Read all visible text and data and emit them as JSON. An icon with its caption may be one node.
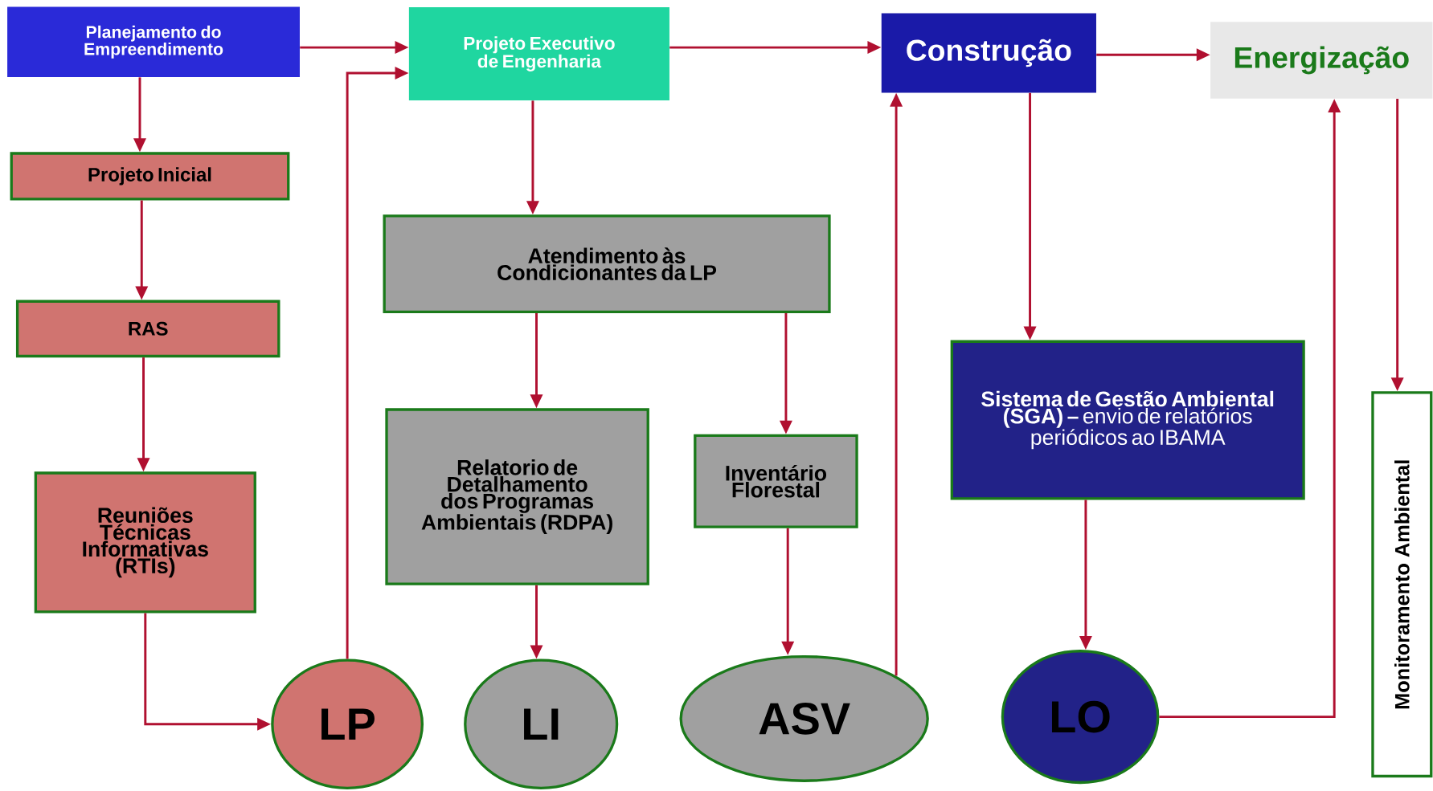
{
  "diagram": {
    "nodes": [
      {
        "text": [
          "Planejamento do Empreendimento"
        ]
      },
      {
        "text": [
          "Projeto Executivo de Engenharia"
        ]
      },
      {
        "text": [
          "Construção"
        ]
      },
      {
        "text": [
          "Energização"
        ]
      },
      {
        "text": [
          "Projeto Inicial"
        ]
      },
      {
        "text": [
          "RAS"
        ]
      },
      {
        "text": [
          "Reuniões Técnicas Informativas (RTIs)"
        ]
      },
      {
        "text": [
          "Atendimento às Condicionantes da LP"
        ]
      },
      {
        "text": [
          "Relatorio de Detalhamento dos Programas Ambientais (RDPA)"
        ]
      },
      {
        "text": [
          "Inventário Florestal"
        ]
      },
      {
        "text": [
          "**Sistema de Gestão Ambiental (SGA) –** envio de relatórios periódicos ao IBAMA"
        ]
      },
      {
        "text": [
          "Monitoramento Ambiental"
        ]
      },
      {
        "text": [
          "LP"
        ]
      },
      {
        "text": [
          "LI"
        ]
      },
      {
        "text": [
          "ASV"
        ]
      },
      {
        "text": [
          "LO"
        ]
      }
    ],
    "edges": [
      {
        "from": 0,
        "to": 1,
        "arrow": "to"
      },
      {
        "from": 1,
        "to": 2,
        "arrow": "to"
      },
      {
        "from": 2,
        "to": 3,
        "arrow": "to"
      },
      {
        "from": 0,
        "to": 4,
        "arrow": "to"
      },
      {
        "from": 4,
        "to": 5,
        "arrow": "to"
      },
      {
        "from": 5,
        "to": 6,
        "arrow": "to"
      },
      {
        "from": 6,
        "to": 12,
        "arrow": "to"
      },
      {
        "from": 12,
        "to": 1,
        "arrow": "to"
      },
      {
        "from": 1,
        "to": 7,
        "arrow": "to"
      },
      {
        "from": 7,
        "to": 8,
        "arrow": "to"
      },
      {
        "from": 7,
        "to": 9,
        "arrow": "to"
      },
      {
        "from": 8,
        "to": 13,
        "arrow": "to"
      },
      {
        "from": 9,
        "to": 14,
        "arrow": "to"
      },
      {
        "from": 14,
        "to": 2,
        "arrow": "to"
      },
      {
        "from": 2,
        "to": 10,
        "arrow": "to"
      },
      {
        "from": 10,
        "to": 15,
        "arrow": "to"
      },
      {
        "from": 15,
        "to": 3,
        "arrow": "to"
      },
      {
        "from": 3,
        "to": 11,
        "arrow": "to"
      }
    ]
  }
}
